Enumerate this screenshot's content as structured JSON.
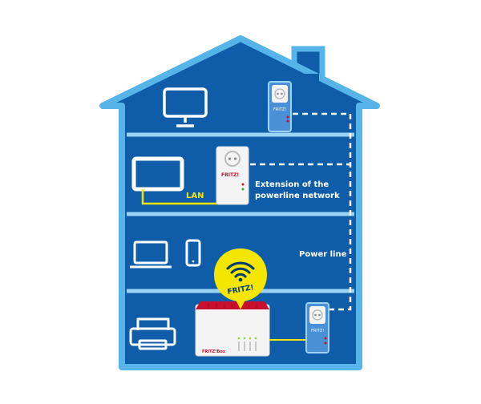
{
  "labels": {
    "lan": "LAN",
    "extension_line1": "Extension of the",
    "extension_line2": "powerline network",
    "power_line": "Power line",
    "fritz": "FRITZ!"
  },
  "adapter_logo": "FRITZ!",
  "router_logo": "FRITZ!Box",
  "colors": {
    "house_outline": "#56b4e9",
    "house_fill": "#0f5da8",
    "floor_line": "#9bd3f5",
    "device_outline": "#ffffff",
    "lan_cable": "#f2e400",
    "badge_yellow": "#f5e600",
    "router_red": "#c8102e",
    "adapter_body": "#4a90d6",
    "adapter_white": "#f4f4f4",
    "dashed_line": "#ffffff"
  },
  "icons": [
    "monitor-icon",
    "tv-icon",
    "laptop-icon",
    "phone-icon",
    "printer-icon",
    "wifi-icon"
  ]
}
